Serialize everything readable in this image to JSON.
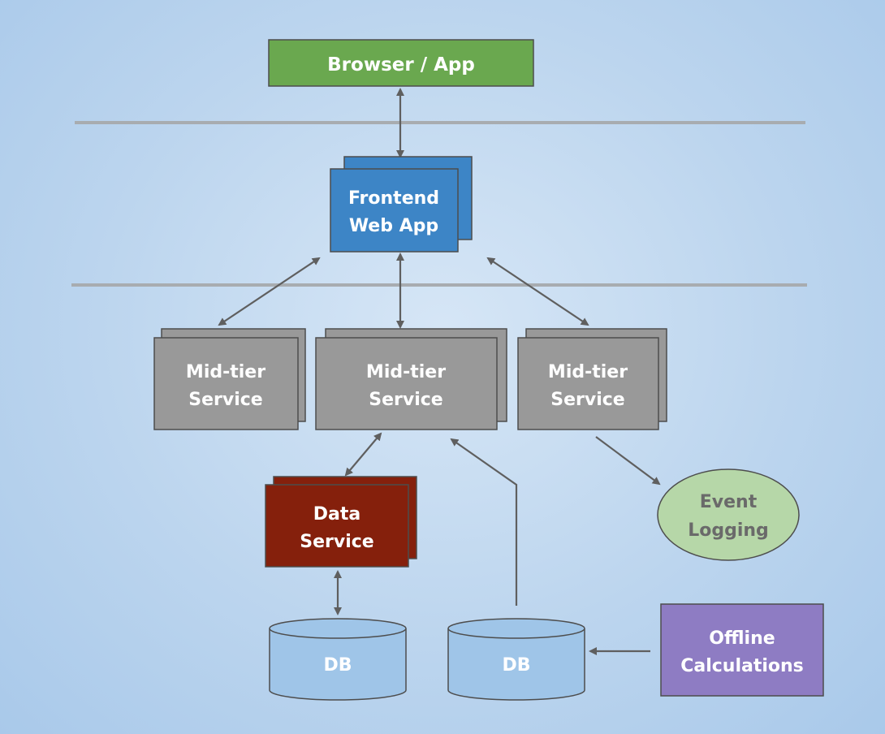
{
  "nodes": {
    "browser": {
      "label": "Browser / App"
    },
    "frontend": {
      "line1": "Frontend",
      "line2": "Web App"
    },
    "midtier_left": {
      "line1": "Mid-tier",
      "line2": "Service"
    },
    "midtier_center": {
      "line1": "Mid-tier",
      "line2": "Service"
    },
    "midtier_right": {
      "line1": "Mid-tier",
      "line2": "Service"
    },
    "data_service": {
      "line1": "Data",
      "line2": "Service"
    },
    "event_logging": {
      "line1": "Event",
      "line2": "Logging"
    },
    "db_left": {
      "label": "DB"
    },
    "db_right": {
      "label": "DB"
    },
    "offline": {
      "line1": "Offline",
      "line2": "Calculations"
    }
  },
  "colors": {
    "browser": "#6aa84f",
    "frontend": "#3d85c6",
    "midtier": "#999999",
    "data_service": "#85200c",
    "event_logging": "#b6d7a8",
    "db": "#9fc5e8",
    "offline": "#8e7cc3",
    "edge": "#5f5f5f",
    "divider": "#a8acb0"
  }
}
